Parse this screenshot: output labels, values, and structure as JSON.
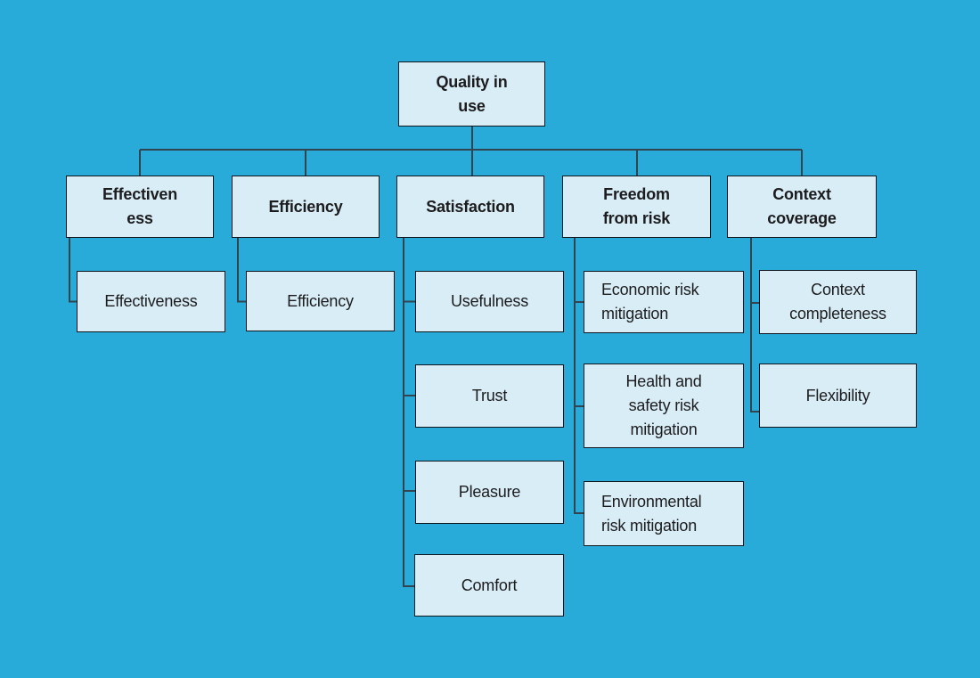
{
  "colors": {
    "canvas_background": "#29ABD9",
    "node_fill": "#D9EDF6",
    "node_border": "#0E141B",
    "connector": "#31444F",
    "text": "#1C1C1E"
  },
  "nodes": {
    "root": {
      "label": "Quality in\nuse"
    },
    "effectiveness_parent": {
      "label": "Effectiven\ness"
    },
    "efficiency_parent": {
      "label": "Efficiency"
    },
    "satisfaction_parent": {
      "label": "Satisfaction"
    },
    "freedom_from_risk_parent": {
      "label": "Freedom\nfrom risk"
    },
    "context_coverage_parent": {
      "label": "Context\ncoverage"
    },
    "effectiveness_sub": {
      "label": "Effectiveness"
    },
    "efficiency_sub": {
      "label": "Efficiency"
    },
    "usefulness": {
      "label": "Usefulness"
    },
    "trust": {
      "label": "Trust"
    },
    "pleasure": {
      "label": "Pleasure"
    },
    "comfort": {
      "label": "Comfort"
    },
    "economic_risk_mitigation": {
      "label": "Economic risk\nmitigation"
    },
    "health_safety_risk_mitigation": {
      "label": "Health and\nsafety risk\nmitigation"
    },
    "environmental_risk_mitigation": {
      "label": "Environmental\nrisk mitigation"
    },
    "context_completeness": {
      "label": "Context\ncompleteness"
    },
    "flexibility": {
      "label": "Flexibility"
    }
  },
  "hierarchy": {
    "Quality in use": {
      "Effectiveness": [
        "Effectiveness"
      ],
      "Efficiency": [
        "Efficiency"
      ],
      "Satisfaction": [
        "Usefulness",
        "Trust",
        "Pleasure",
        "Comfort"
      ],
      "Freedom from risk": [
        "Economic risk mitigation",
        "Health and safety risk mitigation",
        "Environmental risk mitigation"
      ],
      "Context coverage": [
        "Context completeness",
        "Flexibility"
      ]
    }
  }
}
